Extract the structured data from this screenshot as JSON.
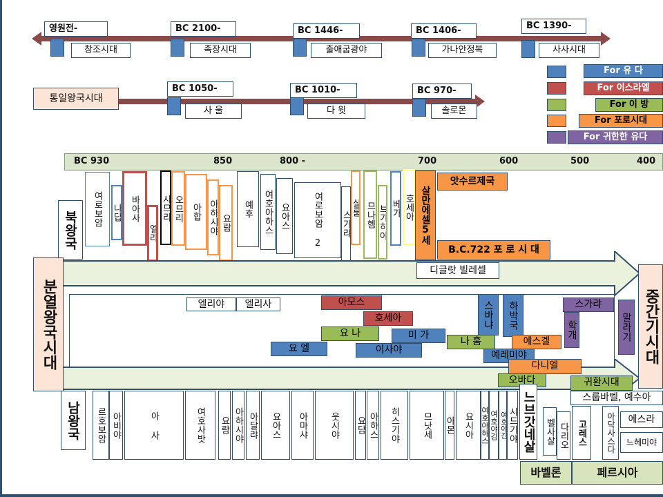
{
  "row1": {
    "labels": [
      "영원전-",
      "BC 2100-",
      "BC 1446-",
      "BC 1406-",
      "BC 1390-"
    ],
    "names": [
      "창조시대",
      "족장시대",
      "출애굽광야",
      "가나안정복",
      "사사시대"
    ]
  },
  "row2": {
    "start": "통일왕국시대",
    "labels": [
      "BC 1050-",
      "BC 1010-",
      "BC 970-"
    ],
    "names": [
      "사 울",
      "다 윗",
      "솔로몬"
    ]
  },
  "legend": [
    {
      "label": "For 유 다",
      "color": "#4f81bd"
    },
    {
      "label": "For 이스라엘",
      "color": "#c0504d"
    },
    {
      "label": "For 이 방",
      "color": "#9bbb59"
    },
    {
      "label": "For 포로시대",
      "color": "#f79646"
    },
    {
      "label": "For 귀한한 유다",
      "color": "#8064a2"
    }
  ],
  "years": [
    "BC 930",
    "850",
    "800 -",
    "700",
    "600",
    "500",
    "400"
  ],
  "north": {
    "title": "북왕국",
    "kings": [
      "여로보암",
      "나답",
      "바아사",
      "엘라",
      "시므리",
      "오므리",
      "아합",
      "아하시야",
      "요람",
      "예후",
      "여호아하스",
      "요아스",
      "여로보암 2",
      "스가랴",
      "살룸",
      "므나헴",
      "브가히야",
      "베가",
      "호세아",
      "살만에셀5세"
    ],
    "assyria": "앗수르제국",
    "fall": "B.C.722 포 로 시 대",
    "tiglath": "디글랏 빌레셀"
  },
  "divided": "분열왕국시대",
  "restoration": "중간기시대",
  "prophets": {
    "elijah": "엘리야",
    "elisha": "엘리사",
    "amos": "아모스",
    "hosea": "호세아",
    "jonah": "요 나",
    "micah": "미 가",
    "joel": "요 엘",
    "isaiah": "이사야",
    "zephaniah": "스바냐",
    "habakkuk": "하박국",
    "nahum": "나 훔",
    "jeremiah": "예레미야",
    "ezekiel": "에스겔",
    "daniel": "다니엘",
    "obadiah": "오바다",
    "zechariah": "스가랴",
    "haggai": "학개",
    "malachi": "말라기",
    "return": "귀환시대",
    "zerub": "스룹바벨, 예수아"
  },
  "south": {
    "title": "남왕국",
    "kings": [
      "르호보암",
      "아비야",
      "아 사",
      "여호사밧",
      "요람",
      "아하시야",
      "아달랴",
      "요아스",
      "아마샤",
      "웃시야",
      "요담",
      "아하스",
      "히스기야",
      "므낫세",
      "아몬",
      "요시아",
      "여호아하스",
      "여호야김",
      "여호야긴",
      "시드기야"
    ],
    "nebu": "느브갓네살",
    "belshazzar": "벨사살",
    "darius": "다리오",
    "cyrus": "고레스",
    "ahasuerus": "아닥사스다",
    "ezra": "에스라",
    "nehemiah": "느헤미야",
    "babylon": "바벨론",
    "persia": "페르시아"
  }
}
